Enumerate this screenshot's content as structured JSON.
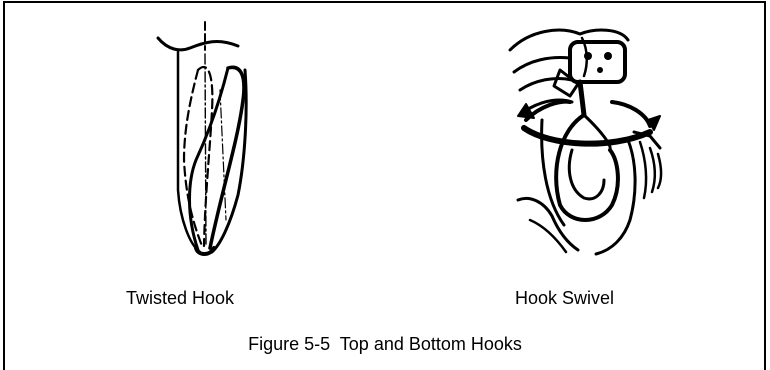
{
  "figure": {
    "caption": "Figure 5-5  Top and Bottom Hooks",
    "items": [
      {
        "label": "Twisted Hook",
        "icon": "twisted-hook-icon"
      },
      {
        "label": "Hook Swivel",
        "icon": "hook-swivel-icon"
      }
    ]
  },
  "colors": {
    "ink": "#000000",
    "paper": "#ffffff"
  }
}
